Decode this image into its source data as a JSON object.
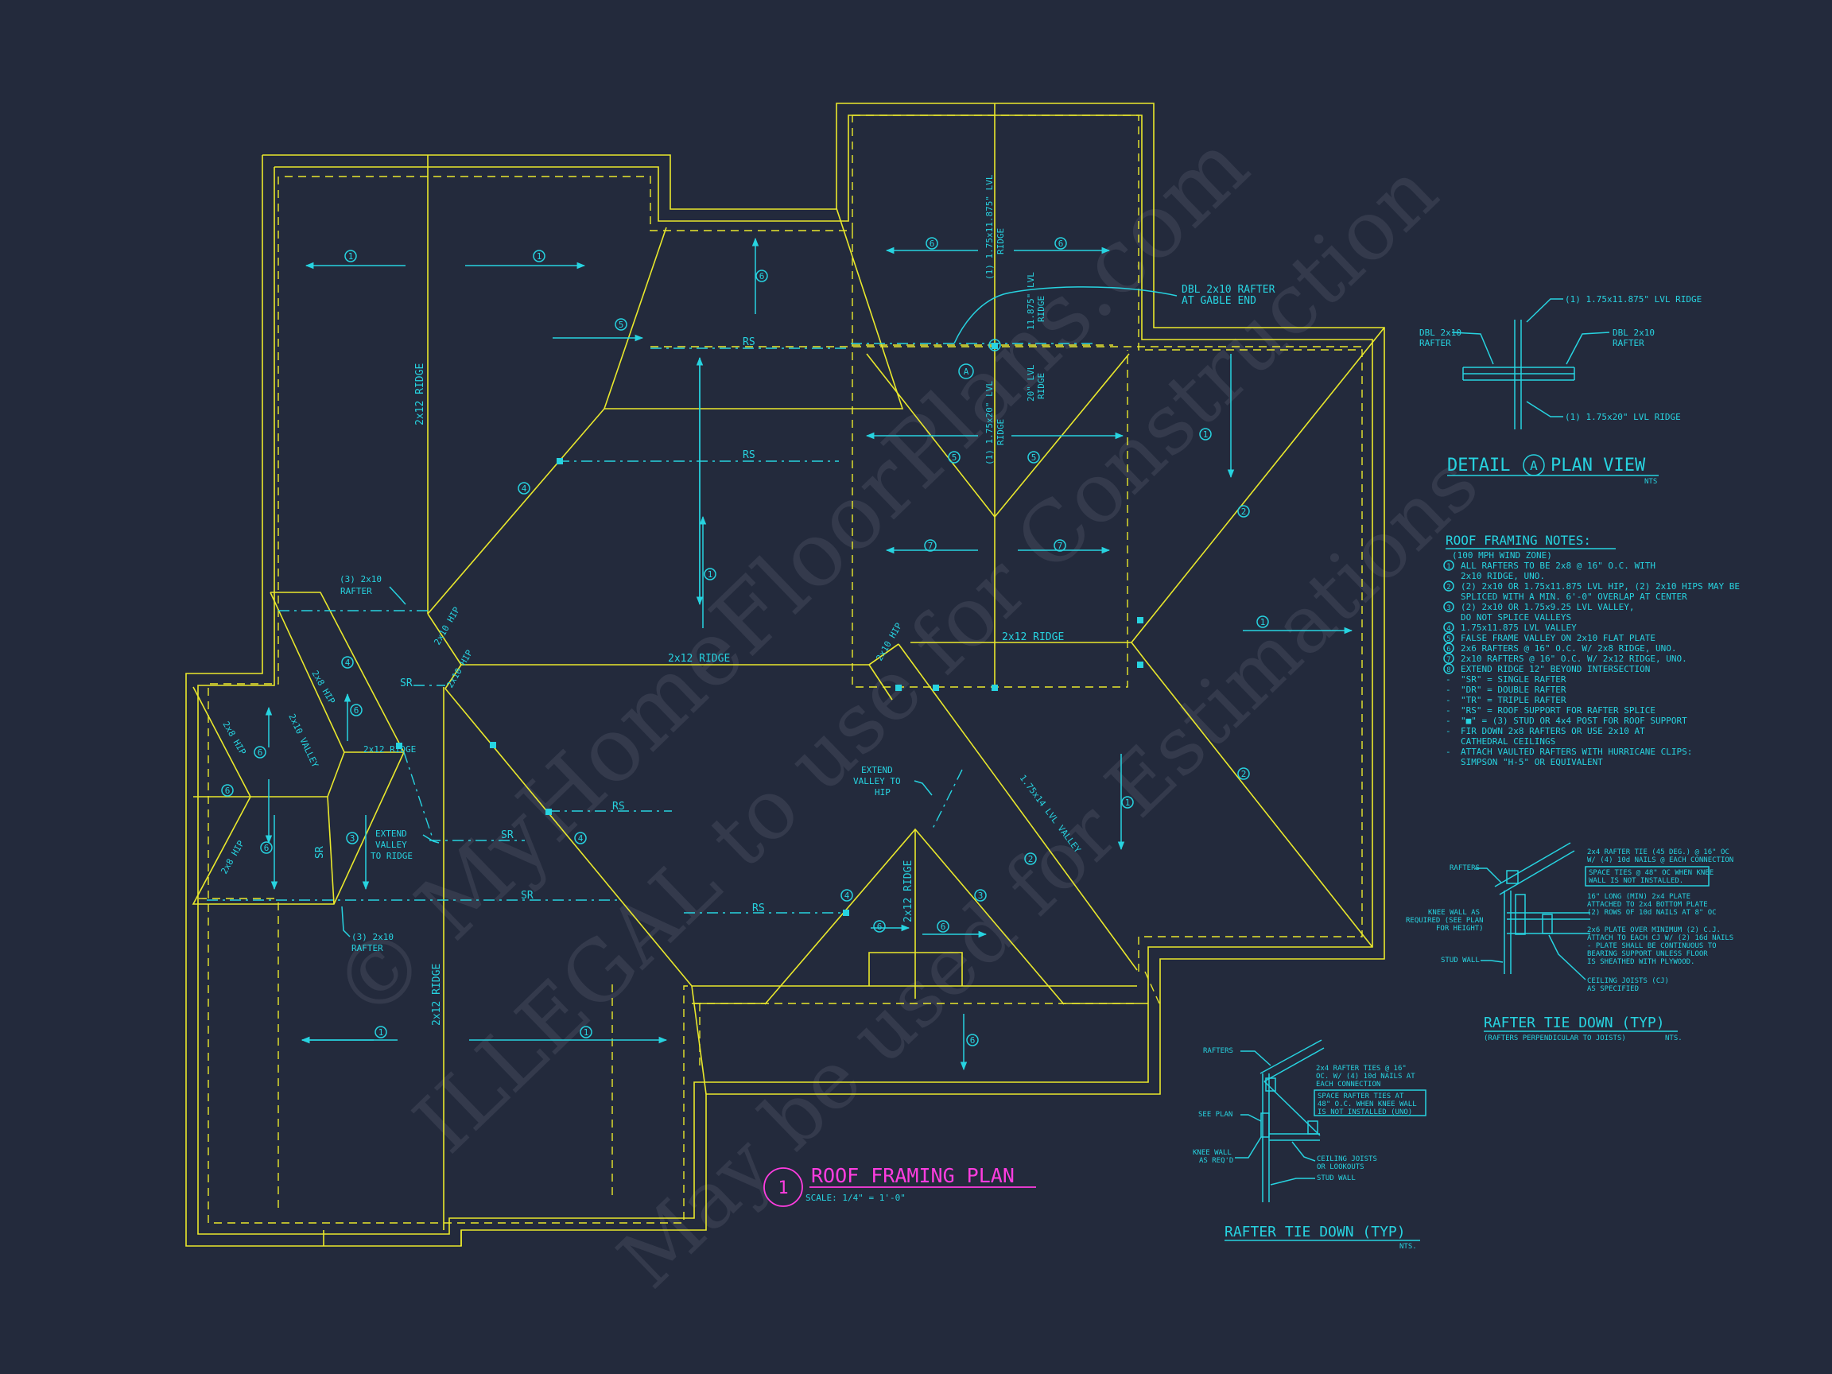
{
  "colors": {
    "background": "#232a3c",
    "walls": "#e9e82c",
    "annotation": "#27d3e0",
    "title": "#ff3de0"
  },
  "title": {
    "number": "1",
    "text": "ROOF FRAMING PLAN",
    "scale": "SCALE: 1/4\" = 1'-0\""
  },
  "watermark": {
    "line1": "© MyHomeFloorPlans.com",
    "line2": "ILLEGAL to use for Construction",
    "line3": "May be used for Estimations"
  },
  "labels": {
    "ridge_2x12": "2x12 RIDGE",
    "rs": "RS",
    "sr": "SR",
    "hip_2x10": "2x10 HIP",
    "hip_2x8": "2x8 HIP",
    "valley_2x10": "2x10 VALLEY",
    "lvl_valley": "1.75x14 LVL VALLEY",
    "rafter_3_2x10_a": "(3) 2x10",
    "rafter_3_2x10_b": "RAFTER",
    "extend_valley_ridge_1": "EXTEND",
    "extend_valley_ridge_2": "VALLEY",
    "extend_valley_ridge_3": "TO RIDGE",
    "extend_valley_hip_1": "EXTEND",
    "extend_valley_hip_2": "VALLEY TO",
    "extend_valley_hip_3": "HIP",
    "lvl_ridge_11875_a": "(1) 1.75x11.875\" LVL",
    "lvl_ridge_11875_b": "RIDGE",
    "lvl_ridge_20_a": "(1) 1.75x20\" LVL",
    "lvl_ridge_20_b": "RIDGE",
    "lvl_short_1": "11.875\" LVL",
    "lvl_short_1b": "RIDGE",
    "lvl_short_2": "20\" LVL",
    "lvl_short_2b": "RIDGE",
    "dbl_gable_1": "DBL 2x10 RAFTER",
    "dbl_gable_2": "AT GABLE END",
    "marker_a": "A"
  },
  "detail_a": {
    "title_left": "DETAIL",
    "marker": "A",
    "title_right": "PLAN VIEW",
    "nts": "NTS",
    "lvl_top": "(1) 1.75x11.875\" LVL RIDGE",
    "lvl_bottom": "(1) 1.75x20\" LVL RIDGE",
    "dbl_left_1": "DBL 2x10",
    "dbl_left_2": "RAFTER",
    "dbl_right_1": "DBL 2x10",
    "dbl_right_2": "RAFTER"
  },
  "notes": {
    "heading": "ROOF FRAMING NOTES:",
    "subheading": "(100 MPH WIND ZONE)",
    "items": [
      {
        "mark": "1",
        "line1": "ALL RAFTERS TO BE 2x8 @ 16\" O.C. WITH",
        "line2": "2x10 RIDGE, UNO."
      },
      {
        "mark": "2",
        "line1": "(2) 2x10 OR 1.75x11.875 LVL HIP, (2) 2x10 HIPS MAY BE",
        "line2": "SPLICED WITH A MIN. 6'-0\" OVERLAP AT CENTER"
      },
      {
        "mark": "3",
        "line1": "(2) 2x10 OR 1.75x9.25 LVL VALLEY,",
        "line2": "DO NOT SPLICE VALLEYS"
      },
      {
        "mark": "4",
        "line1": "1.75x11.875 LVL VALLEY",
        "line2": ""
      },
      {
        "mark": "5",
        "line1": "FALSE FRAME VALLEY ON 2x10 FLAT PLATE",
        "line2": ""
      },
      {
        "mark": "6",
        "line1": "2x6 RAFTERS @ 16\" O.C. W/ 2x8 RIDGE, UNO.",
        "line2": ""
      },
      {
        "mark": "7",
        "line1": "2x10 RAFTERS @ 16\" O.C. W/ 2x12 RIDGE, UNO.",
        "line2": ""
      },
      {
        "mark": "8",
        "line1": "EXTEND RIDGE 12\" BEYOND INTERSECTION",
        "line2": ""
      }
    ],
    "bullets": [
      "\"SR\" = SINGLE RAFTER",
      "\"DR\" = DOUBLE RAFTER",
      "\"TR\" = TRIPLE RAFTER",
      "\"RS\" = ROOF SUPPORT FOR RAFTER SPLICE",
      "\"■\" = (3) STUD OR 4x4 POST FOR ROOF SUPPORT",
      "FIR DOWN 2x8 RAFTERS OR USE 2x10 AT",
      "CATHEDRAL CEILINGS",
      "ATTACH VAULTED RAFTERS WITH HURRICANE CLIPS:",
      "SIMPSON \"H-5\" OR EQUIVALENT"
    ]
  },
  "tie_right": {
    "title": "RAFTER TIE DOWN (TYP)",
    "subtitle": "(RAFTERS PERPENDICULAR TO JOISTS)",
    "nts": "NTS.",
    "rafters": "RAFTERS",
    "note1_a": "2x4 RAFTER TIE (45 DEG.) @ 16\" OC",
    "note1_b": "W/ (4) 10d NAILS @ EACH CONNECTION",
    "box_a": "SPACE TIES @ 48\" OC WHEN KNEE",
    "box_b": "WALL IS NOT INSTALLED.",
    "knee_a": "KNEE WALL AS",
    "knee_b": "REQUIRED (SEE PLAN",
    "knee_c": "FOR HEIGHT)",
    "plate_a": "16\" LONG (MIN) 2x4 PLATE",
    "plate_b": "ATTACHED TO 2x4 BOTTOM PLATE",
    "plate_c": "(2) ROWS OF 10d NAILS AT 8\" OC",
    "over_a": "2x6 PLATE OVER MINIMUM (2) C.J.",
    "over_b": "ATTACH TO EACH CJ W/ (2) 16d NAILS",
    "over_c": "- PLATE SHALL BE CONTINUOUS TO",
    "over_d": "BEARING SUPPORT UNLESS FLOOR",
    "over_e": "IS SHEATHED WITH PLYWOOD.",
    "stud": "STUD WALL",
    "joist_a": "CEILING JOISTS (CJ)",
    "joist_b": "AS SPECIFIED"
  },
  "tie_bottom": {
    "title": "RAFTER TIE DOWN (TYP)",
    "nts": "NTS.",
    "rafters": "RAFTERS",
    "note1_a": "2x4 RAFTER TIES @ 16\"",
    "note1_b": "OC. W/ (4) 10d NAILS AT",
    "note1_c": "EACH CONNECTION",
    "box_a": "SPACE RAFTER TIES AT",
    "box_b": "48\" O.C. WHEN KNEE WALL",
    "box_c": "IS NOT INSTALLED (UNO)",
    "see_plan": "SEE PLAN",
    "knee_a": "KNEE WALL",
    "knee_b": "AS REQ'D",
    "joist_a": "CEILING JOISTS",
    "joist_b": "OR LOOKOUTS",
    "stud": "STUD WALL"
  }
}
